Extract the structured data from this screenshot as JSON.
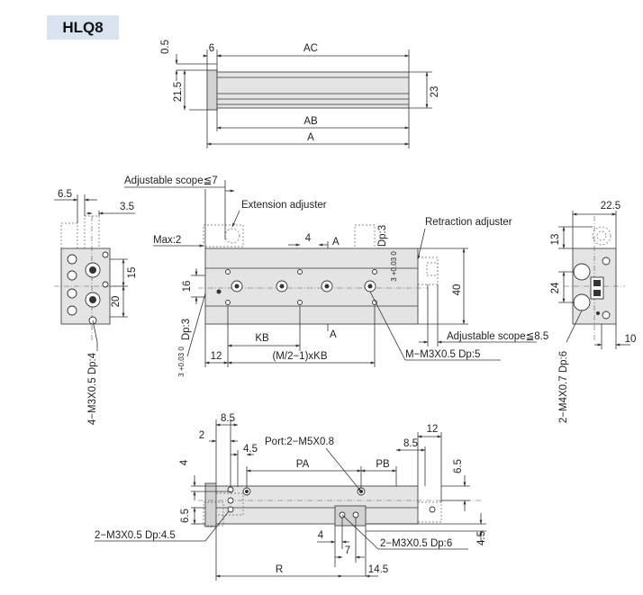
{
  "model": "HLQ8",
  "top_view": {
    "dims": [
      "0.5",
      "6",
      "AC",
      "21.5",
      "23",
      "AB",
      "A"
    ]
  },
  "left_end_view": {
    "dims": [
      "6.5",
      "3.5",
      "15",
      "20"
    ],
    "callout": "4−M3X0.5 Dp:4"
  },
  "front_view": {
    "labels": {
      "adjustable_scope_left": "Adjustable scope≦7",
      "extension_adjuster": "Extension adjuster",
      "retraction_adjuster": "Retraction adjuster",
      "max": "Max:2",
      "adjustable_scope_right": "Adjustable scope≦8.5"
    },
    "dims": [
      "4",
      "A",
      "A",
      "16",
      "40",
      "12",
      "KB",
      "(M/2−1)xKB"
    ],
    "tolerance_top": "Dp:3",
    "tolerance_top_value": "3 +0.03 0",
    "tolerance_left": "Dp:3",
    "tolerance_left_value": "3 +0.03 0",
    "callout": "M−M3X0.5 Dp:5"
  },
  "right_end_view": {
    "dims": [
      "22.5",
      "13",
      "24",
      "10"
    ],
    "callout": "2−M4X0.7 Dp:6"
  },
  "bottom_view": {
    "dims": [
      "8.5",
      "2",
      "4.5",
      "12",
      "8.5",
      "4",
      "PA",
      "PB",
      "6.5",
      "6.5",
      "4",
      "7",
      "4.5",
      "R",
      "14.5"
    ],
    "port": "Port:2−M5X0.8",
    "callout_left": "2−M3X0.5 Dp:4.5",
    "callout_right": "2−M3X0.5 Dp:6"
  }
}
